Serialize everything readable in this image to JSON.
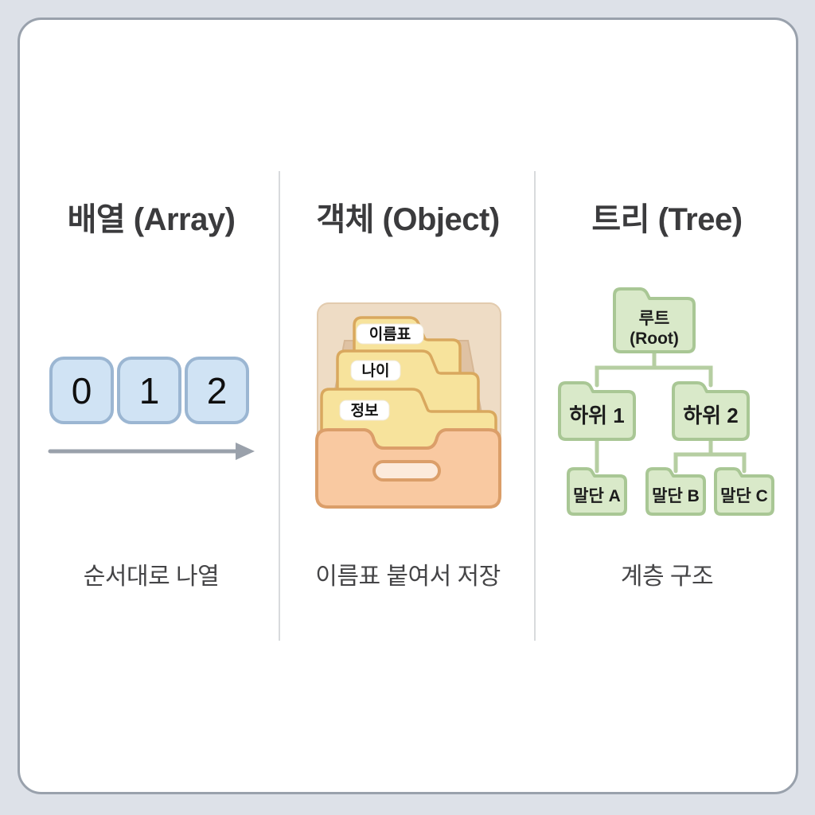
{
  "columns": [
    {
      "id": "array",
      "title": "배열 (Array)",
      "caption": "순서대로 나열",
      "cells": [
        "0",
        "1",
        "2"
      ]
    },
    {
      "id": "object",
      "title": "객체 (Object)",
      "caption": "이름표 붙여서 저장",
      "folder_labels": [
        "이름표",
        "나이",
        "정보"
      ]
    },
    {
      "id": "tree",
      "title": "트리 (Tree)",
      "caption": "계층 구조",
      "nodes": {
        "root": "루트",
        "root_sub": "(Root)",
        "child1": "하위 1",
        "child2": "하위 2",
        "leafA": "말단 A",
        "leafB": "말단 B",
        "leafC": "말단 C"
      }
    }
  ],
  "colors": {
    "page_bg": "#dde1e8",
    "card_bg": "#ffffff",
    "card_border": "#99a1ac",
    "divider": "#d8dadd",
    "title_text": "#3b3b3d",
    "caption_text": "#454547",
    "array_cell_fill": "#d0e3f4",
    "array_cell_border": "#9bb6d2",
    "arrow": "#9aa1ab",
    "drawer_panel": "#eedcc5",
    "drawer_interior": "#dfc2a3",
    "folder_fill": "#f7e39c",
    "folder_border": "#d9a85e",
    "drawer_front": "#f9c9a1",
    "drawer_front_border": "#db9e69",
    "handle_fill": "#fceadb",
    "tree_node_fill": "#d9e9c9",
    "tree_node_border": "#a9c795",
    "tree_connector": "#b6cea2"
  }
}
